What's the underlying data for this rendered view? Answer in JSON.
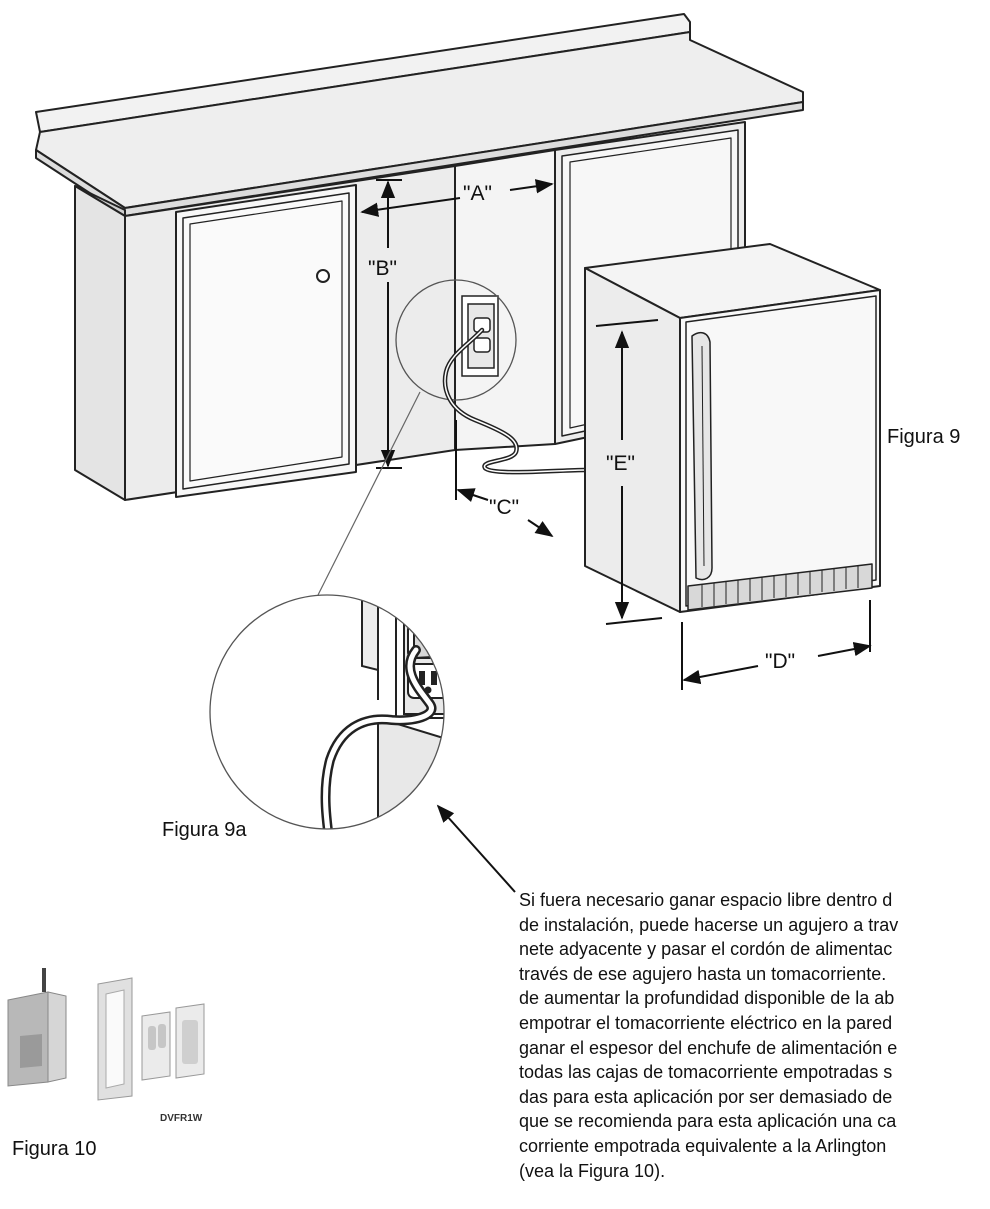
{
  "labels": {
    "a": "\"A\"",
    "b": "\"B\"",
    "c": "\"C\"",
    "d": "\"D\"",
    "e": "\"E\""
  },
  "figures": {
    "fig9": "Figura 9",
    "fig9a": "Figura 9a",
    "fig10": "Figura 10"
  },
  "product_label": "DVFR1W",
  "description_lines": [
    "Si fuera necesario ganar espacio libre dentro d",
    "de instalación, puede hacerse un agujero a trav",
    "nete adyacente y pasar el cordón de alimentac",
    "través de ese agujero hasta un tomacorriente.",
    "de aumentar la profundidad disponible de la ab",
    "empotrar el tomacorriente eléctrico en la pared",
    "ganar el espesor del enchufe de alimentación e",
    "todas las cajas de tomacorriente empotradas s",
    "das para esta aplicación por ser demasiado de",
    "que se recomienda para esta aplicación una ca",
    "corriente empotrada equivalente a la Arlington",
    "(vea la Figura 10)."
  ]
}
